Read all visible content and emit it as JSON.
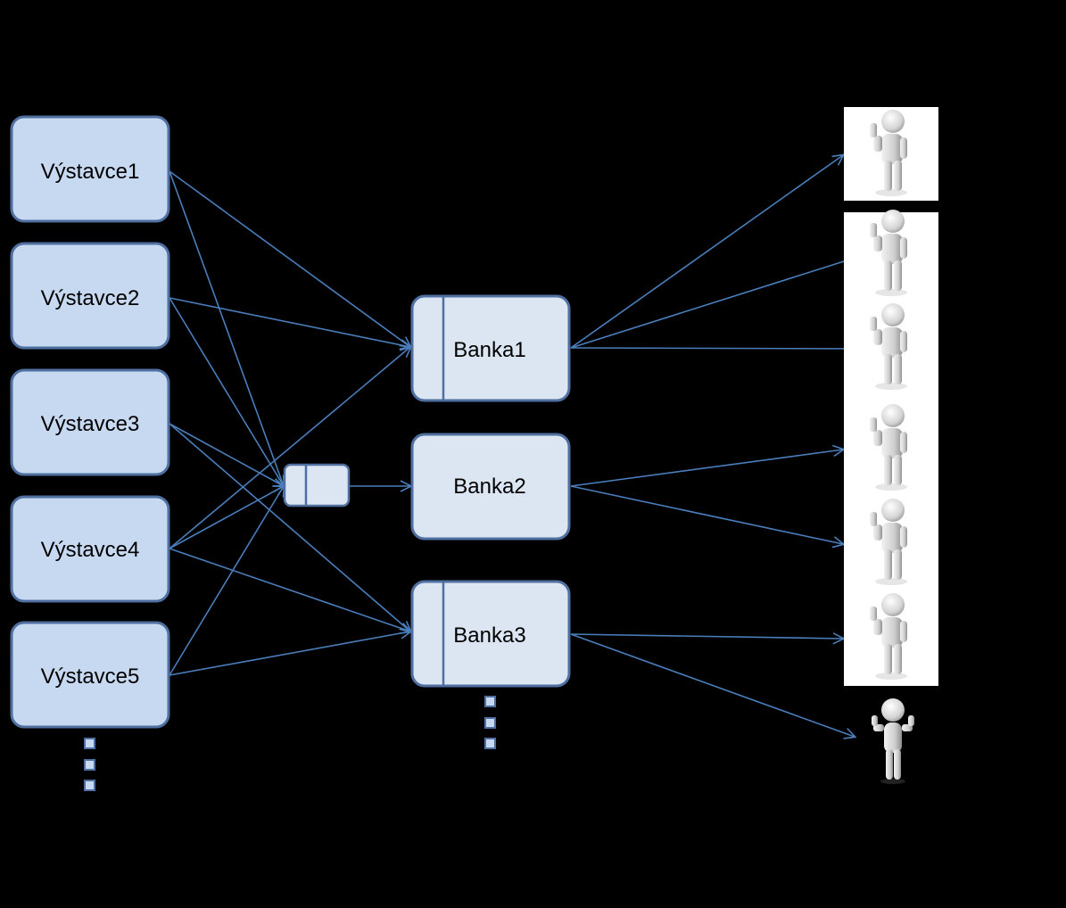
{
  "issuers": [
    {
      "label": "Výstavce1"
    },
    {
      "label": "Výstavce2"
    },
    {
      "label": "Výstavce3"
    },
    {
      "label": "Výstavce4"
    },
    {
      "label": "Výstavce5"
    }
  ],
  "banks": [
    {
      "label": "Banka1",
      "has_divider": true
    },
    {
      "label": "Banka2",
      "has_divider": false
    },
    {
      "label": "Banka3",
      "has_divider": true
    }
  ],
  "colors": {
    "background": "#000000",
    "box_fill": "#c6d9f1",
    "box_fill_light": "#dce6f2",
    "box_stroke": "#4f6fa0",
    "arrow": "#4a7ebb"
  },
  "icons": {
    "person_thumbs_up": "person-thumbs-up-icon",
    "person_both_thumbs": "person-both-thumbs-icon",
    "ellipsis": "vertical-ellipsis-icon"
  }
}
